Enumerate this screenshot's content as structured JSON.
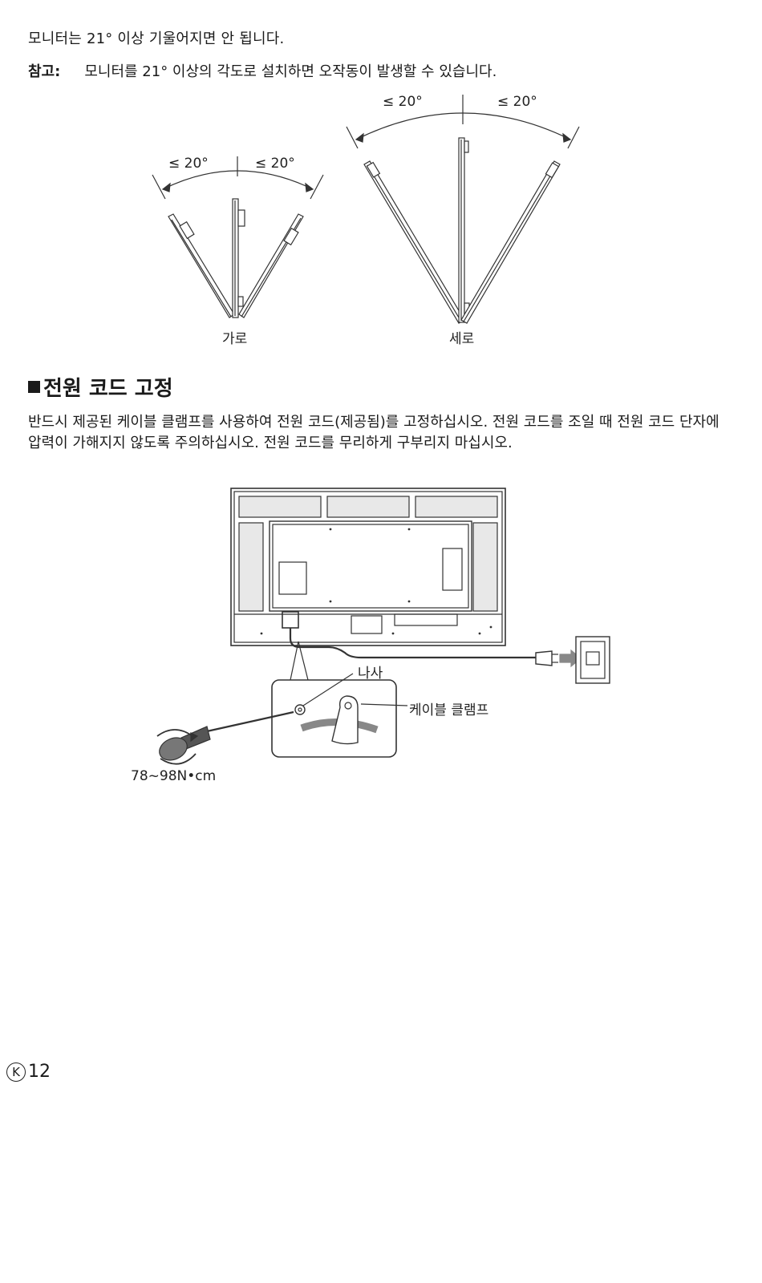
{
  "tilt": {
    "line1": "모니터는 21° 이상 기울어지면 안 됩니다.",
    "note_label": "참고:",
    "note_text": "모니터를 21° 이상의 각도로 설치하면 오작동이 발생할 수 있습니다.",
    "landscape": {
      "left_angle": "≤ 20°",
      "right_angle": "≤ 20°",
      "caption": "가로"
    },
    "portrait": {
      "left_angle": "≤ 20°",
      "right_angle": "≤ 20°",
      "caption": "세로"
    }
  },
  "power_cord": {
    "heading": "전원 코드 고정",
    "paragraph": "반드시 제공된 케이블 클램프를 사용하여 전원 코드(제공됨)를 고정하십시오. 전원 코드를 조일 때 전원 코드 단자에 압력이 가해지지 않도록 주의하십시오. 전원 코드를 무리하게 구부리지 마십시오.",
    "screw_label": "나사",
    "clamp_label": "케이블 클램프",
    "torque_label": "78~98N•cm"
  },
  "footer": {
    "lang_mark": "K",
    "page_number": "12"
  }
}
